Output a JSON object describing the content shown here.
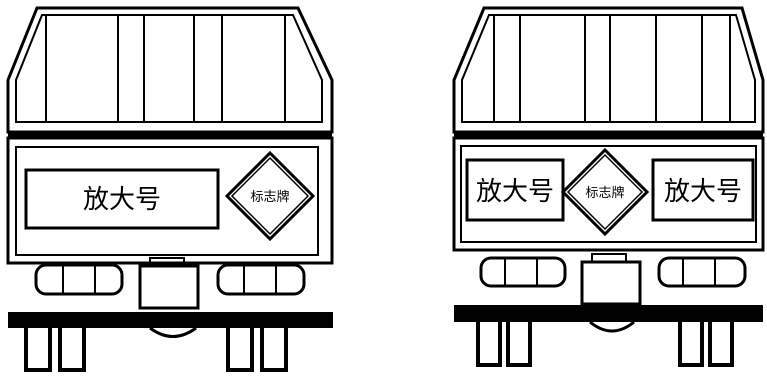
{
  "figure": {
    "trucks": [
      {
        "id": "left",
        "plates": [
          {
            "text": "放大号"
          }
        ],
        "sign": {
          "text": "标志牌"
        }
      },
      {
        "id": "right",
        "plates": [
          {
            "text": "放大号"
          },
          {
            "text": "放大号"
          }
        ],
        "sign": {
          "text": "标志牌"
        }
      }
    ]
  },
  "colors": {
    "ink": "#000000",
    "paper": "#ffffff"
  }
}
